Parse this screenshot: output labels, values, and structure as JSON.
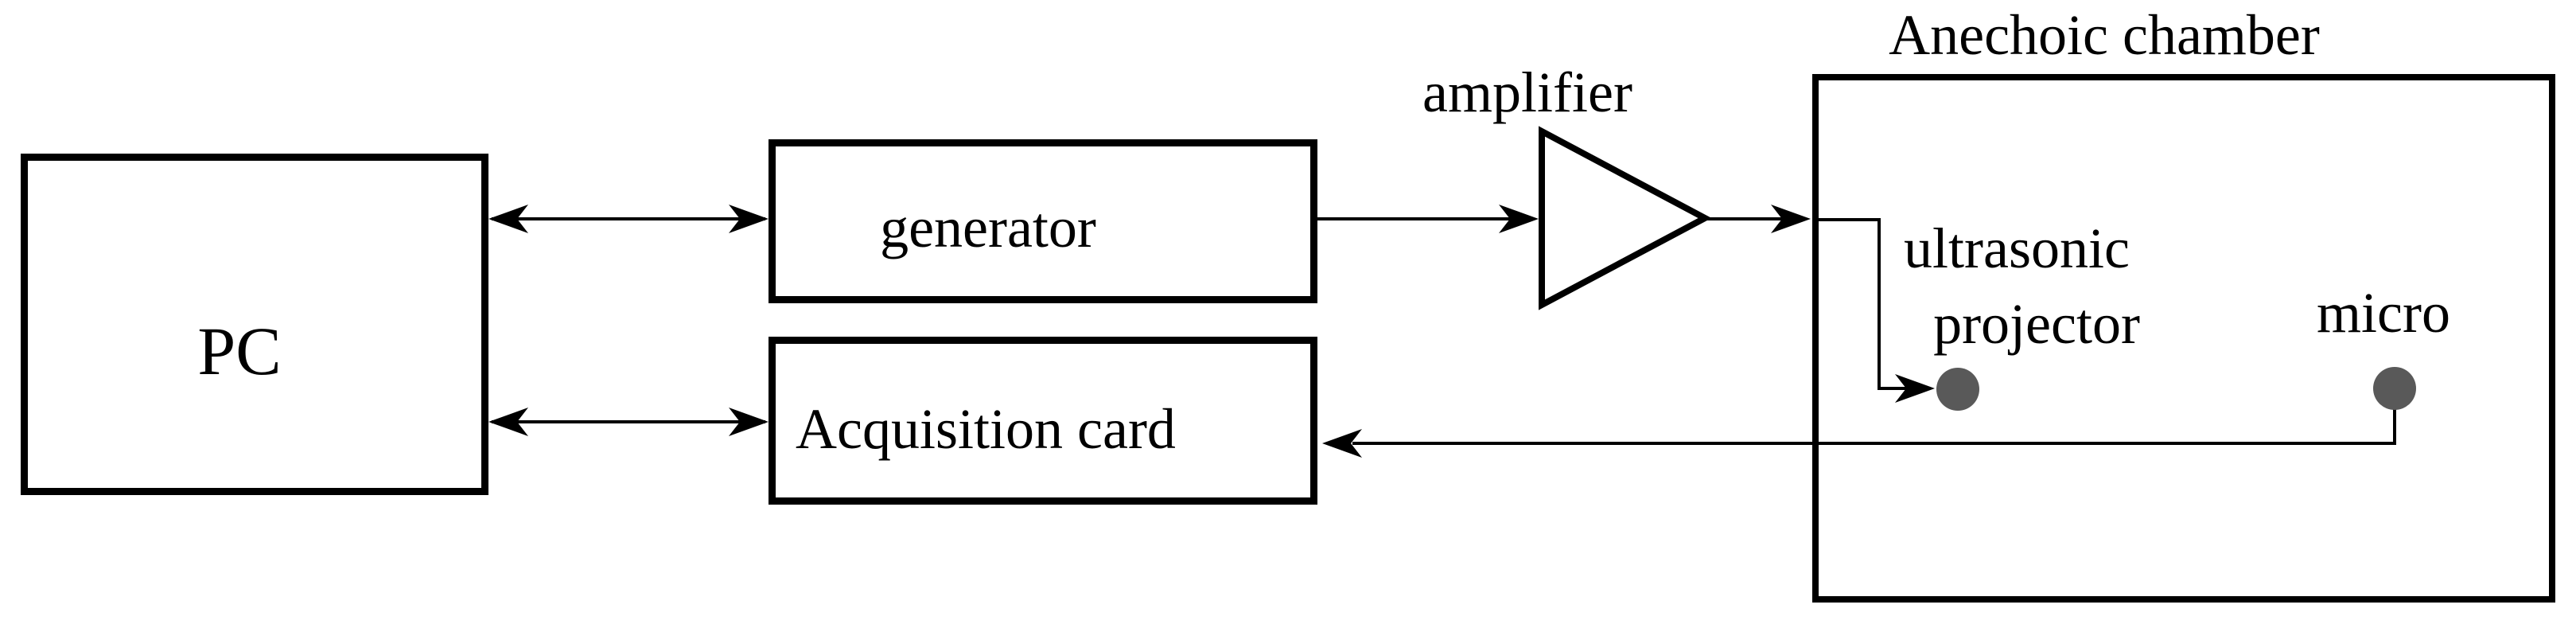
{
  "diagram": {
    "nodes": {
      "pc": {
        "label": "PC"
      },
      "generator": {
        "label": "generator"
      },
      "acquisition_card": {
        "label": "Acquisition card"
      },
      "amplifier": {
        "label": "amplifier"
      },
      "anechoic_chamber": {
        "label": "Anechoic chamber"
      },
      "ultrasonic_projector": {
        "label_line1": "ultrasonic",
        "label_line2": "projector"
      },
      "micro": {
        "label": "micro"
      }
    },
    "connections": [
      {
        "from": "pc",
        "to": "generator",
        "style": "double-arrow"
      },
      {
        "from": "pc",
        "to": "acquisition_card",
        "style": "double-arrow"
      },
      {
        "from": "generator",
        "to": "amplifier",
        "style": "arrow"
      },
      {
        "from": "amplifier",
        "to": "anechoic_chamber",
        "style": "arrow"
      },
      {
        "from": "anechoic_chamber_wall",
        "to": "ultrasonic_projector",
        "style": "arrow"
      },
      {
        "from": "micro",
        "to": "acquisition_card",
        "style": "arrow"
      }
    ],
    "colors": {
      "line": "#000000",
      "dot": "#595959",
      "background": "#ffffff"
    }
  }
}
